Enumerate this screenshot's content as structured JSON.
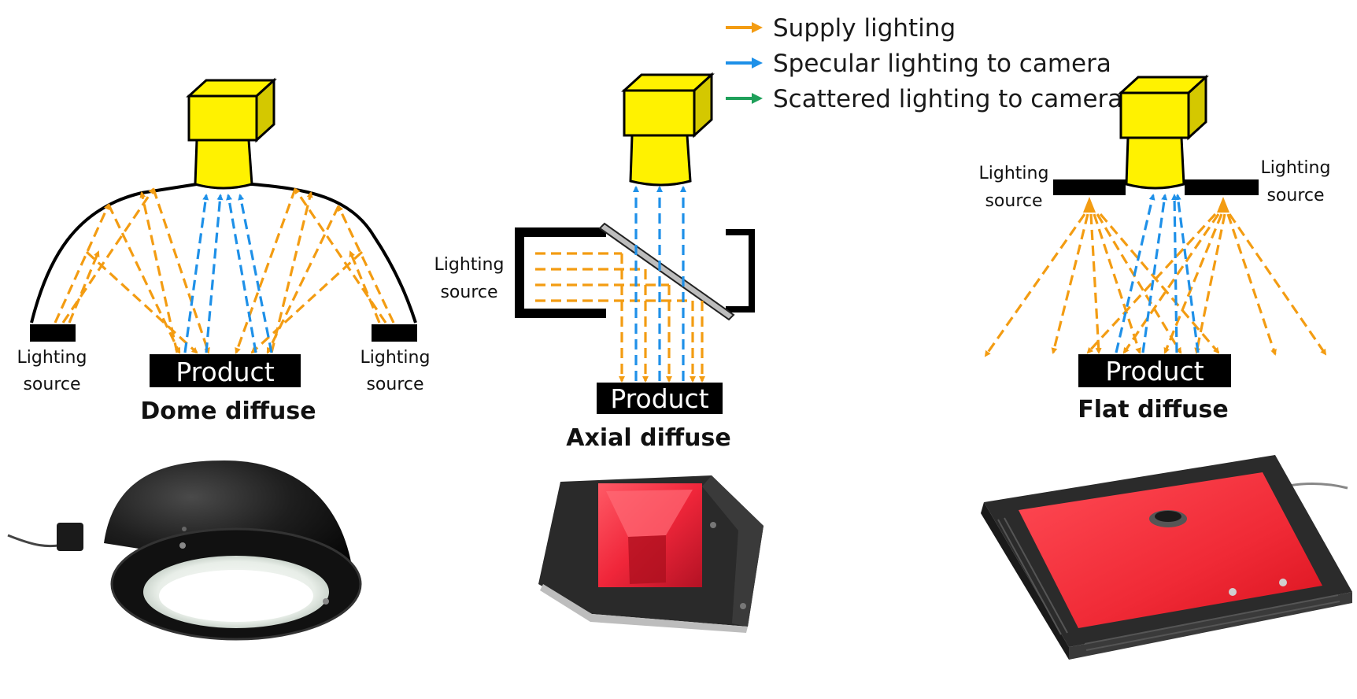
{
  "legend": {
    "supply": "Supply lighting",
    "specular": "Specular lighting to camera",
    "scattered": "Scattered lighting to camera"
  },
  "colors": {
    "supply": "#F39C12",
    "specular": "#1E90E8",
    "scattered": "#1FA05A",
    "camera": "#FFF200",
    "source": "#000000",
    "product_bg": "#000000",
    "product_text": "#FFFFFF",
    "red_glow": "#F0263A"
  },
  "dome": {
    "caption": "Dome diffuse",
    "product": "Product",
    "source_left_line1": "Lighting",
    "source_left_line2": "source",
    "source_right_line1": "Lighting",
    "source_right_line2": "source"
  },
  "axial": {
    "caption": "Axial diffuse",
    "product": "Product",
    "source_line1": "Lighting",
    "source_line2": "source"
  },
  "flat": {
    "caption": "Flat diffuse",
    "product": "Product",
    "source_left_line1": "Lighting",
    "source_left_line2": "source",
    "source_right_line1": "Lighting",
    "source_right_line2": "source"
  },
  "icons": {
    "camera": "camera-icon",
    "dome_light": "dome-light-photo",
    "axial_light": "axial-light-photo",
    "flat_light": "flat-light-photo"
  }
}
